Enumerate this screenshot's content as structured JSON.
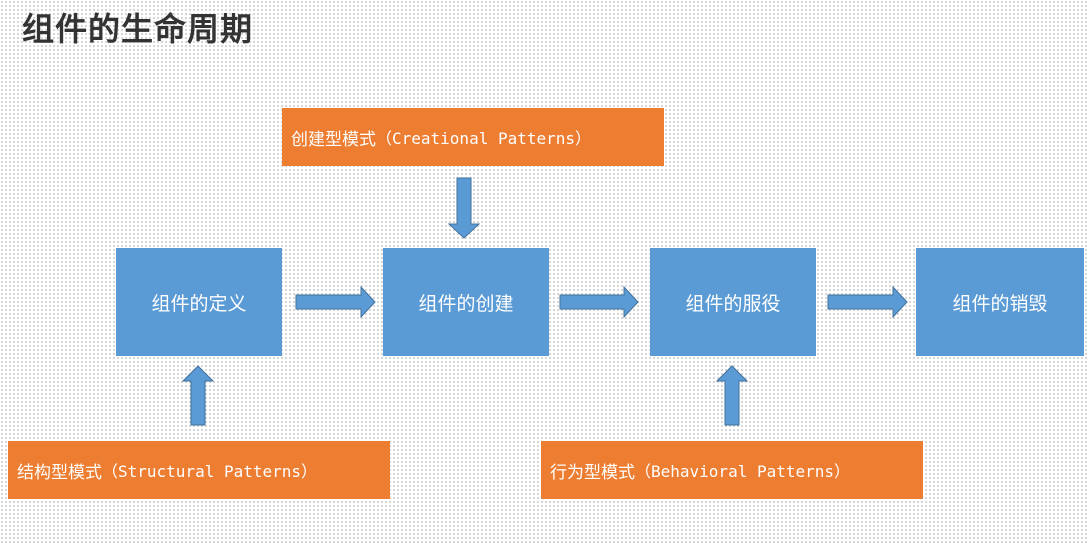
{
  "title": "组件的生命周期",
  "stages": [
    {
      "label": "组件的定义"
    },
    {
      "label": "组件的创建"
    },
    {
      "label": "组件的服役"
    },
    {
      "label": "组件的销毁"
    }
  ],
  "patterns": {
    "creational": {
      "cn": "创建型模式",
      "en": "（Creational Patterns）"
    },
    "structural": {
      "cn": "结构型模式",
      "en": "（Structural Patterns）"
    },
    "behavioral": {
      "cn": "行为型模式",
      "en": "（Behavioral Patterns）"
    }
  },
  "colors": {
    "stage": "#5b9bd5",
    "pattern": "#ed7d31",
    "arrow": "#5b9bd5",
    "arrow_edge": "#41719c"
  }
}
